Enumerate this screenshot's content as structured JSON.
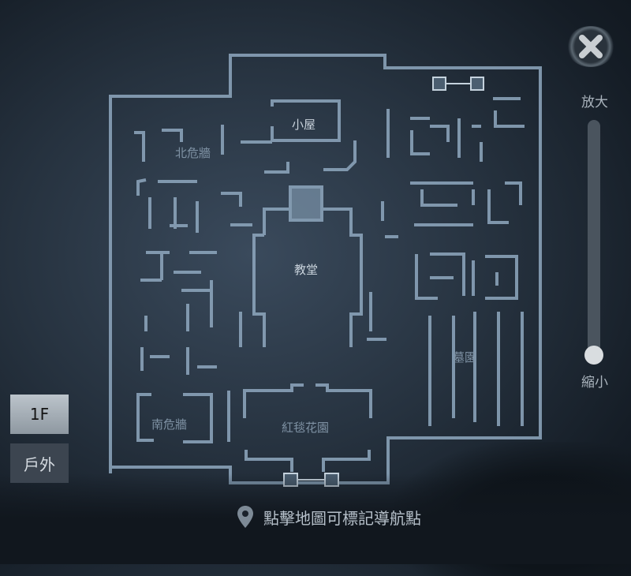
{
  "map": {
    "areas": {
      "north_wall": "北危牆",
      "cabin": "小屋",
      "church": "教堂",
      "cemetery": "墓園",
      "south_wall": "南危牆",
      "red_carpet_garden": "紅毯花園"
    },
    "hint": "點擊地圖可標記導航點",
    "wall_color": "#8fa8bf"
  },
  "controls": {
    "zoom_in_label": "放大",
    "zoom_out_label": "縮小",
    "zoom_level": 0,
    "close_icon": "close-icon"
  },
  "floors": {
    "selected": "1F",
    "items": [
      "1F",
      "戶外"
    ]
  }
}
